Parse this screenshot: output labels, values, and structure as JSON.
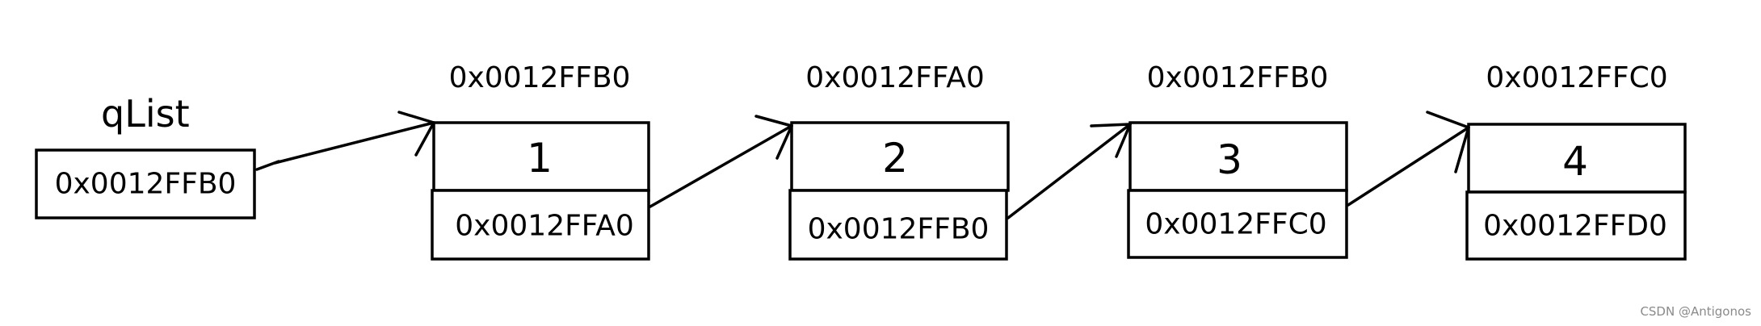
{
  "pointer": {
    "name": "qList",
    "value": "0x0012FFB0"
  },
  "nodes": [
    {
      "address": "0x0012FFB0",
      "data": "1",
      "next": "0x0012FFA0"
    },
    {
      "address": "0x0012FFA0",
      "data": "2",
      "next": "0x0012FFB0"
    },
    {
      "address": "0x0012FFB0",
      "data": "3",
      "next": "0x0012FFC0"
    },
    {
      "address": "0x0012FFC0",
      "data": "4",
      "next": "0x0012FFD0"
    }
  ],
  "watermark": "CSDN @Antigonos",
  "colors": {
    "stroke": "#000000",
    "background": "#ffffff",
    "watermark": "#8a8a8a"
  }
}
